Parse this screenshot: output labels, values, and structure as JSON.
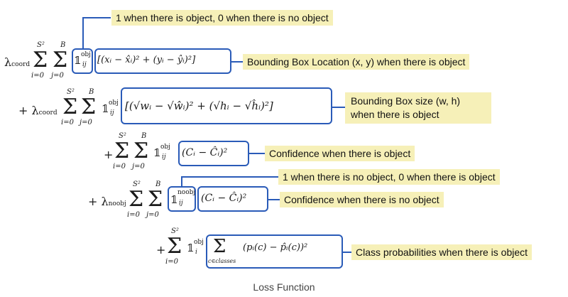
{
  "labels": {
    "obj_indicator": "1 when there is object, 0 when there is no object",
    "bbox_location": "Bounding Box Location (x, y) when there is object",
    "bbox_size": "Bounding Box size (w, h) when there is object",
    "confidence_obj": "Confidence when there is object",
    "noobj_indicator": "1 when there is no object, 0 when there is object",
    "confidence_noobj": "Confidence when there is no object",
    "class_prob": "Class probabilities when there is object"
  },
  "formula": {
    "lambda_coord": "λ",
    "coord_sub": "coord",
    "noobj_sub": "noobj",
    "plus": "+",
    "s2": "S²",
    "b": "B",
    "i0": "i=0",
    "j0": "j=0",
    "indicator": "𝟙",
    "obj": "obj",
    "noobj": "noobj",
    "ij": "ij",
    "i": "i",
    "loc_term": "(xᵢ − x̂ᵢ)² + (yᵢ − ŷᵢ)²",
    "size_term": "(√wᵢ − √ŵᵢ)² + (√hᵢ − √ĥᵢ)²",
    "conf_term": "(Cᵢ − Ĉᵢ)²",
    "class_term": "(pᵢ(c) − p̂ᵢ(c))²",
    "class_sum_sub": "c∈classes"
  },
  "caption": "Loss Function"
}
